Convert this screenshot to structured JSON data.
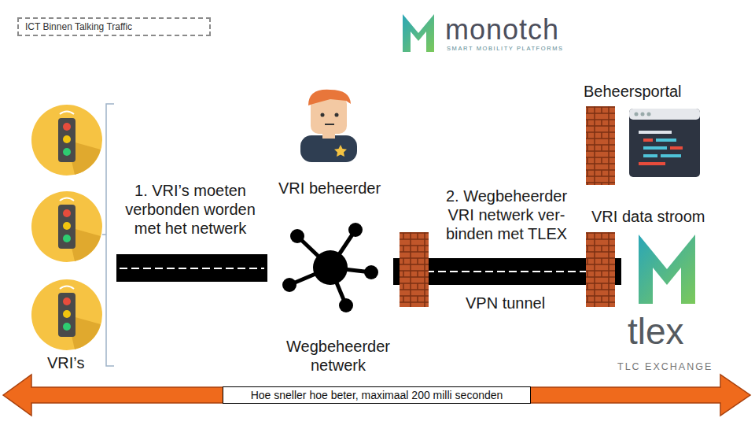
{
  "diagram": {
    "nodes": [
      {
        "text": [
          "ICT Binnen Talking Traffic"
        ]
      },
      {
        "text": [
          "Hoe sneller hoe beter, maximaal 200 milli seconden"
        ]
      }
    ],
    "labels": [
      "monotch",
      "SMART MOBILITY PLATFORMS",
      "Beheersportal",
      "1. VRI’s moeten verbonden worden met het netwerk",
      "VRI beheerder",
      "2. Wegbeheerder VRI netwerk ver- binden met TLEX",
      "VRI data stroom",
      "VPN tunnel",
      "VRI’s",
      "Wegbeheerder netwerk",
      "tlex",
      "TLC EXCHANGE"
    ]
  }
}
